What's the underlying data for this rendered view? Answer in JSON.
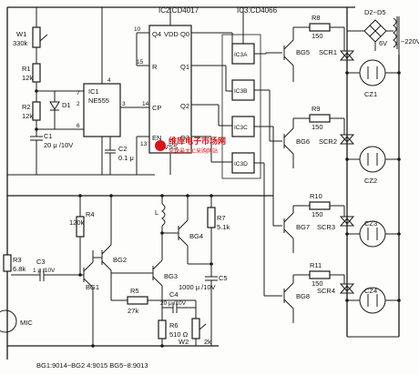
{
  "ic_labels": {
    "ic2_title": "IC2:CD4017",
    "ic3_title": "IC3:CD4066",
    "ic1_name": "IC1",
    "ic1_part": "NE555",
    "vdd": "VDD",
    "vss": "VSS",
    "q4": "Q4",
    "q0": "Q0",
    "q1": "Q1",
    "q2": "Q2",
    "q3": "Q3",
    "r": "R",
    "cp": "CP",
    "en": "EN",
    "sw_a": "IC3A",
    "sw_b": "IC3B",
    "sw_c": "IC3C",
    "sw_d": "IC3D"
  },
  "pins": {
    "p10": "10",
    "p15": "15",
    "p14": "14",
    "p13": "13",
    "p3": "3",
    "p2": "2",
    "p4": "4",
    "p7": "7",
    "p6": "6",
    "p8": "8"
  },
  "components": {
    "w1": "W1",
    "w1_val": "330k",
    "r1": "R1",
    "r1_val": "12k",
    "r2": "R2",
    "r2_val": "12k",
    "d1": "D1",
    "c1": "C1",
    "c1_val": "20 μ /10V",
    "c2": "C2",
    "c2_val": "0.1 μ",
    "r8": "R8",
    "r8_val": "150",
    "r9": "R9",
    "r9_val": "150",
    "r10": "R10",
    "r10_val": "150",
    "r11": "R11",
    "r11_val": "150",
    "bg5": "BG5",
    "bg6": "BG6",
    "bg7": "BG7",
    "bg8": "BG8",
    "scr1": "SCR1",
    "scr2": "SCR2",
    "scr3": "SCR3",
    "scr4": "SCR4",
    "d2d5": "D2~D5",
    "v6": "6V",
    "v220": "~220V",
    "cz1": "CZ1",
    "cz2": "CZ2",
    "cz3": "CZ3",
    "cz4": "CZ4",
    "r3": "R3",
    "r3_val": "6.8k",
    "c3": "C3",
    "c3_val": "1 μ /10V",
    "r4": "R4",
    "r4_val": "120k",
    "bg1": "BG1",
    "bg2": "BG2",
    "bg3": "BG3",
    "bg4": "BG4",
    "l": "L",
    "r7": "R7",
    "r7_val": "5.1k",
    "c5": "C5",
    "c5_val": "1000 μ /10V",
    "r5": "R5",
    "r5_val": "27k",
    "c4": "C4",
    "c4_val": "20 μ /10V",
    "r6": "R6",
    "r6_val": "510 Ω",
    "w2": "W2",
    "w2_val": "2k",
    "mic": "MIC"
  },
  "caption": "BG1:9014~BG2 4:9015  BG5~8:9013",
  "watermark": {
    "line1": "维库电子市场网",
    "line2": "全球最大IC采购网站"
  },
  "colors": {
    "ink": "#1a1a1a",
    "paper": "#fdfdfb",
    "watermark": "#d9141b"
  }
}
